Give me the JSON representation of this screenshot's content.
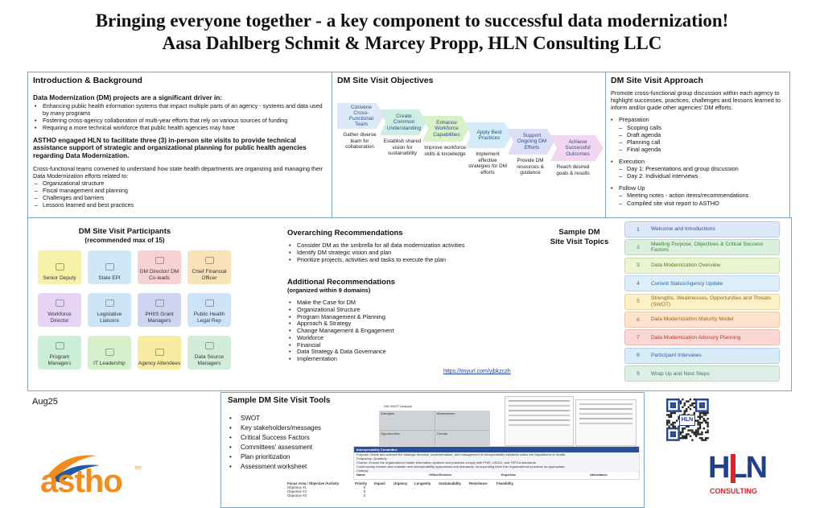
{
  "title_line1": "Bringing everyone together - a key component to successful data modernization!",
  "title_line2": "Aasa Dahlberg Schmit & Marcey Propp, HLN Consulting LLC",
  "intro": {
    "header": "Introduction & Background",
    "lead": "Data Modernization (DM) projects are a significant driver in:",
    "drivers": [
      "Enhancing public health information systems that impact multiple parts of an agency - systems and data used by many programs",
      "Fostering cross-agency collaboration of multi-year efforts that rely on various sources of funding",
      "Requiring a more technical workforce that public health agencies may have"
    ],
    "engaged": "ASTHO engaged HLN to facilitate three (3) in-person site visits to provide technical assistance support of strategic and organizational planning for public health agencies regarding Data Modernization.",
    "teams": "Cross-functional teams convened to understand how state health departments are organizing and managing their Data Modernization efforts related to:",
    "topics": [
      "Organizational structure",
      "Fiscal management and planning",
      "Challenges and barriers",
      "Lessons learned and best practices"
    ]
  },
  "objectives": {
    "header": "DM Site Visit Objectives",
    "steps": [
      {
        "label": "Convene Cross-Functional Team",
        "desc": "Gather diverse team for collaboration",
        "color": "#dde9f6"
      },
      {
        "label": "Create Common Understanding",
        "desc": "Establish shared vision for sustainability",
        "color": "#cdeee0"
      },
      {
        "label": "Enhance Workforce Capabilities",
        "desc": "Improve workforce skills & knowledge",
        "color": "#d9f0c8"
      },
      {
        "label": "Apply Best Practices",
        "desc": "Implement effective strategies for DM efforts",
        "color": "#d3ecf7"
      },
      {
        "label": "Support Ongoing DM Efforts",
        "desc": "Provide DM resources & guidance",
        "color": "#dcdff6"
      },
      {
        "label": "Achieve Successful Outcomes",
        "desc": "Reach desired goals & results",
        "color": "#f3d6f0"
      }
    ]
  },
  "approach": {
    "header": "DM Site Visit Approach",
    "intro": "Promote cross-functional group discussion within each agency to highlight successes, practices, challenges and lessons learned to inform and/or guide other agencies' DM efforts.",
    "phases": [
      {
        "name": "Preparation",
        "items": [
          "Scoping calls",
          "Draft agenda",
          "Planning call",
          "Final agenda"
        ]
      },
      {
        "name": "Execution",
        "items": [
          "Day 1: Presentations and group discussion",
          "Day 2: Individual interviews"
        ]
      },
      {
        "name": "Follow Up",
        "items": [
          "Meeting notes - action items/recommendations",
          "Compiled site visit report to ASTHO"
        ]
      }
    ]
  },
  "participants": {
    "header": "DM Site Visit Participants",
    "sub": "(recommended max of 15)",
    "tiles": [
      {
        "label": "Senior Deputy",
        "color": "#f7f1a8"
      },
      {
        "label": "State EPI",
        "color": "#cfe8f7"
      },
      {
        "label": "DM Director/ DM Co-leads",
        "color": "#f8d1d3"
      },
      {
        "label": "Chief Financial Officer",
        "color": "#f9e1b8"
      },
      {
        "label": "Workforce Director",
        "color": "#e7d3f3"
      },
      {
        "label": "Legislative Liaisons",
        "color": "#cde4f6"
      },
      {
        "label": "PHIIS Grant Managers",
        "color": "#cfd4f0"
      },
      {
        "label": "Public Health Legal Rep",
        "color": "#cfe3f8"
      },
      {
        "label": "Program Managers",
        "color": "#cdeed6"
      },
      {
        "label": "IT Leadership",
        "color": "#d6f0cc"
      },
      {
        "label": "Agency Attendees",
        "color": "#f7eca2"
      },
      {
        "label": "Data Source Managers",
        "color": "#d2ecd9"
      }
    ]
  },
  "overarching": {
    "header": "Overarching Recommendations",
    "items": [
      "Consider DM as the umbrella for all data modernization activities",
      "Identify DM strategic vision and plan",
      "Prioritize projects, activities and tasks to execute the plan"
    ]
  },
  "additional": {
    "header": "Additional Recommendations",
    "sub": "(organized within 9 domains)",
    "items": [
      "Make the Case for DM",
      "Organizational Structure",
      "Program Management & Planning",
      "Approach & Strategy",
      "Change Management & Engagement",
      "Workforce",
      "Financial",
      "Data Strategy & Data Governance",
      "Implementation"
    ],
    "link": "https://tinyurl.com/yjbkzczh"
  },
  "topics": {
    "header1": "Sample DM",
    "header2": "Site Visit Topics",
    "items": [
      {
        "num": "1",
        "label": "Welcome and Introductions",
        "color": "#dde8f9",
        "text": "#2f4fa0"
      },
      {
        "num": "2",
        "label": "Meeting Purpose, Objectives & Critical Success Factors",
        "color": "#dbf0dc",
        "text": "#3c7a3e"
      },
      {
        "num": "3",
        "label": "Data Modernization Overview",
        "color": "#eaf4d3",
        "text": "#5b7a1e"
      },
      {
        "num": "4",
        "label": "Current Status/Agency Update",
        "color": "#dbeefa",
        "text": "#2d64a8"
      },
      {
        "num": "5",
        "label": "Strengths, Weaknesses, Opportunities and Threats (SWOT)",
        "color": "#fbf0c6",
        "text": "#9a6a12"
      },
      {
        "num": "6",
        "label": "Data Modernization Maturity Model",
        "color": "#fde3cc",
        "text": "#b2591a"
      },
      {
        "num": "7",
        "label": "Data Modernization Advisory Planning",
        "color": "#fbd8d3",
        "text": "#b23a2b"
      },
      {
        "num": "8",
        "label": "Participant Interviews",
        "color": "#d8ecf8",
        "text": "#2d64a8"
      },
      {
        "num": "9",
        "label": "Wrap Up and Next Steps",
        "color": "#dcefe4",
        "text": "#3c7a5a"
      }
    ]
  },
  "tools": {
    "header": "Sample DM Site Visit Tools",
    "items": [
      "SWOT",
      "Key stakeholders/messages",
      "Critical Success Factors",
      "Committees' assessment",
      "Plan prioritization",
      "Assessment worksheet"
    ],
    "swot_title": "DM SWOT Analysis",
    "swot_cells": [
      "Strengths",
      "Weaknesses",
      "Opportunities",
      "Threats"
    ],
    "sheet_banner": "Interoperability Committee",
    "sheet_lines": [
      "Purpose: Guide and oversee the strategic direction, implementation, and management of interoperability initiatives within the Department of Health.",
      "Frequency: Quarterly",
      "Charter: Ensure the organization's health information systems and practices comply with PHIS, USCDI, and TEFCA standards.",
      "Continuously monitor and evaluate new interoperability approaches and standards. Incorporating them into organizational practices as appropriate.",
      "Chair(s):"
    ],
    "sheet_cols": [
      "Name",
      "Office/Division",
      "Expertise",
      "Attendance"
    ],
    "matrix_cols": [
      "Focus Area / Objective /Activity",
      "Priority",
      "Impact",
      "Urgency",
      "Longevity",
      "Sustainability",
      "Resistance",
      "Feasibility"
    ],
    "matrix_rows": [
      {
        "name": "Objective #1",
        "val": "0"
      },
      {
        "name": "Objective #2",
        "val": "0"
      },
      {
        "name": "Objective #3",
        "val": "0"
      }
    ]
  },
  "date": "Aug25",
  "astho_logo": "astho",
  "astho_tm": "tm",
  "hln_logo": "HLN",
  "hln_sub": "CONSULTING",
  "qr_label": "HLN",
  "colors": {
    "border": "#7fa6c9",
    "astho_orange": "#f28c1e",
    "astho_blue": "#1e5aa8",
    "hln_blue": "#1f3f8f",
    "hln_red": "#d9262c"
  }
}
